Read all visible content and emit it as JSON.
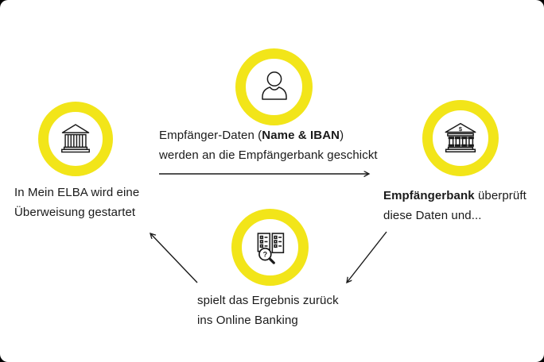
{
  "palette": {
    "accent_yellow": "#F2E519",
    "ink": "#1A1A1A",
    "background": "#FFFFFF",
    "outer_background": "#000000"
  },
  "diagram": {
    "nodes": {
      "payer": {
        "icon": "person-icon"
      },
      "sender_bank": {
        "icon": "bank-icon"
      },
      "receiver_bank": {
        "icon": "bank-dollar-icon"
      },
      "verification": {
        "icon": "checklist-search-icon"
      }
    },
    "transfer_text": {
      "line1_pre": "Empfänger-Daten (",
      "line1_bold": "Name & IBAN",
      "line1_post": ")",
      "line2": "werden an die Empfängerbank geschickt"
    },
    "start_text": {
      "line1": "In Mein ELBA wird eine",
      "line2": "Überweisung gestartet"
    },
    "verify_text": {
      "line1_bold": "Empfängerbank",
      "line1_rest": " überprüft",
      "line2": "diese Daten und..."
    },
    "result_text": {
      "line1": "spielt das Ergebnis zurück",
      "line2": "ins Online Banking"
    },
    "receiver_bank_dollar_glyph": "$",
    "magnifier_glyph": "?"
  }
}
